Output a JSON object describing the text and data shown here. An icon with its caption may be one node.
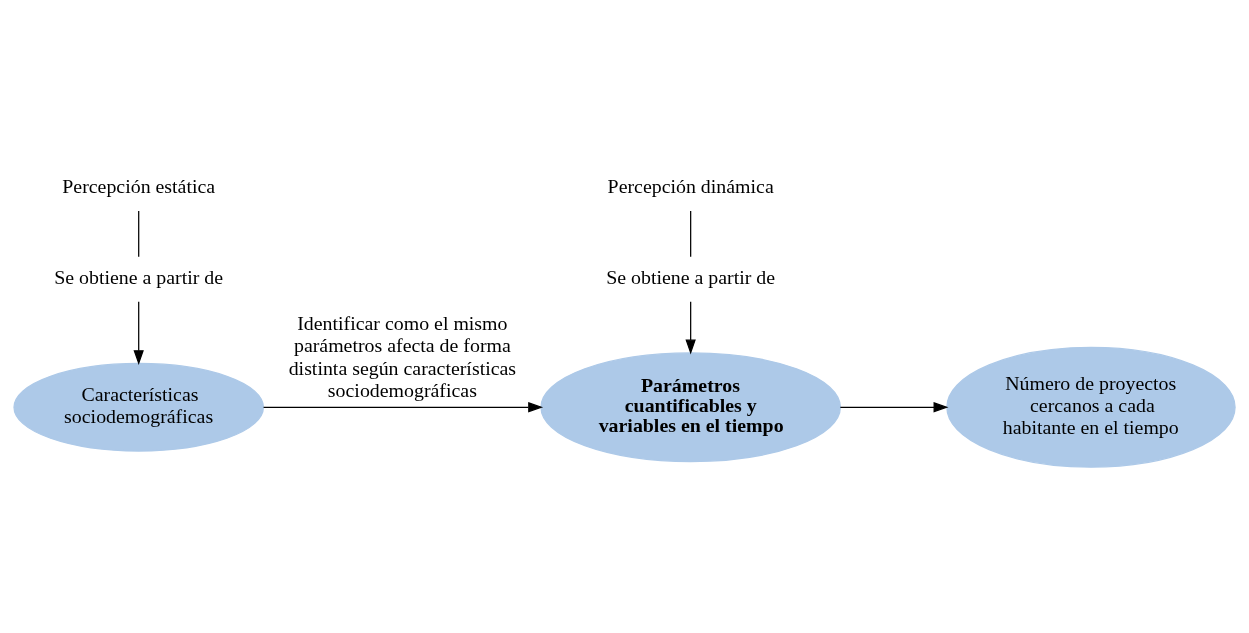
{
  "diagram": {
    "nodes": [
      {
        "text": [
          "Percepción estática"
        ]
      },
      {
        "text": [
          "Se obtiene a partir de"
        ]
      },
      {
        "text": [
          "Características sociodemográficas"
        ]
      },
      {
        "text": [
          "Percepción dinámica"
        ]
      },
      {
        "text": [
          "Se obtiene a partir de"
        ]
      },
      {
        "text": [
          "Parámetros cuantificables y variables en el tiempo"
        ]
      },
      {
        "text": [
          "Número de proyectos cercanos a cada habitante en el tiempo"
        ]
      }
    ],
    "edges": [
      {
        "from": 0,
        "to": 1,
        "arrow": "none"
      },
      {
        "from": 1,
        "to": 2,
        "arrow": "to"
      },
      {
        "from": 3,
        "to": 4,
        "arrow": "none"
      },
      {
        "from": 4,
        "to": 5,
        "arrow": "to"
      },
      {
        "from": 5,
        "to": 6,
        "arrow": "to"
      },
      {
        "from": 2,
        "to": 5,
        "arrow": "to",
        "label": "Identificar como el mismo parámetros afecta de forma distinta según características sociodemográficas"
      }
    ]
  }
}
